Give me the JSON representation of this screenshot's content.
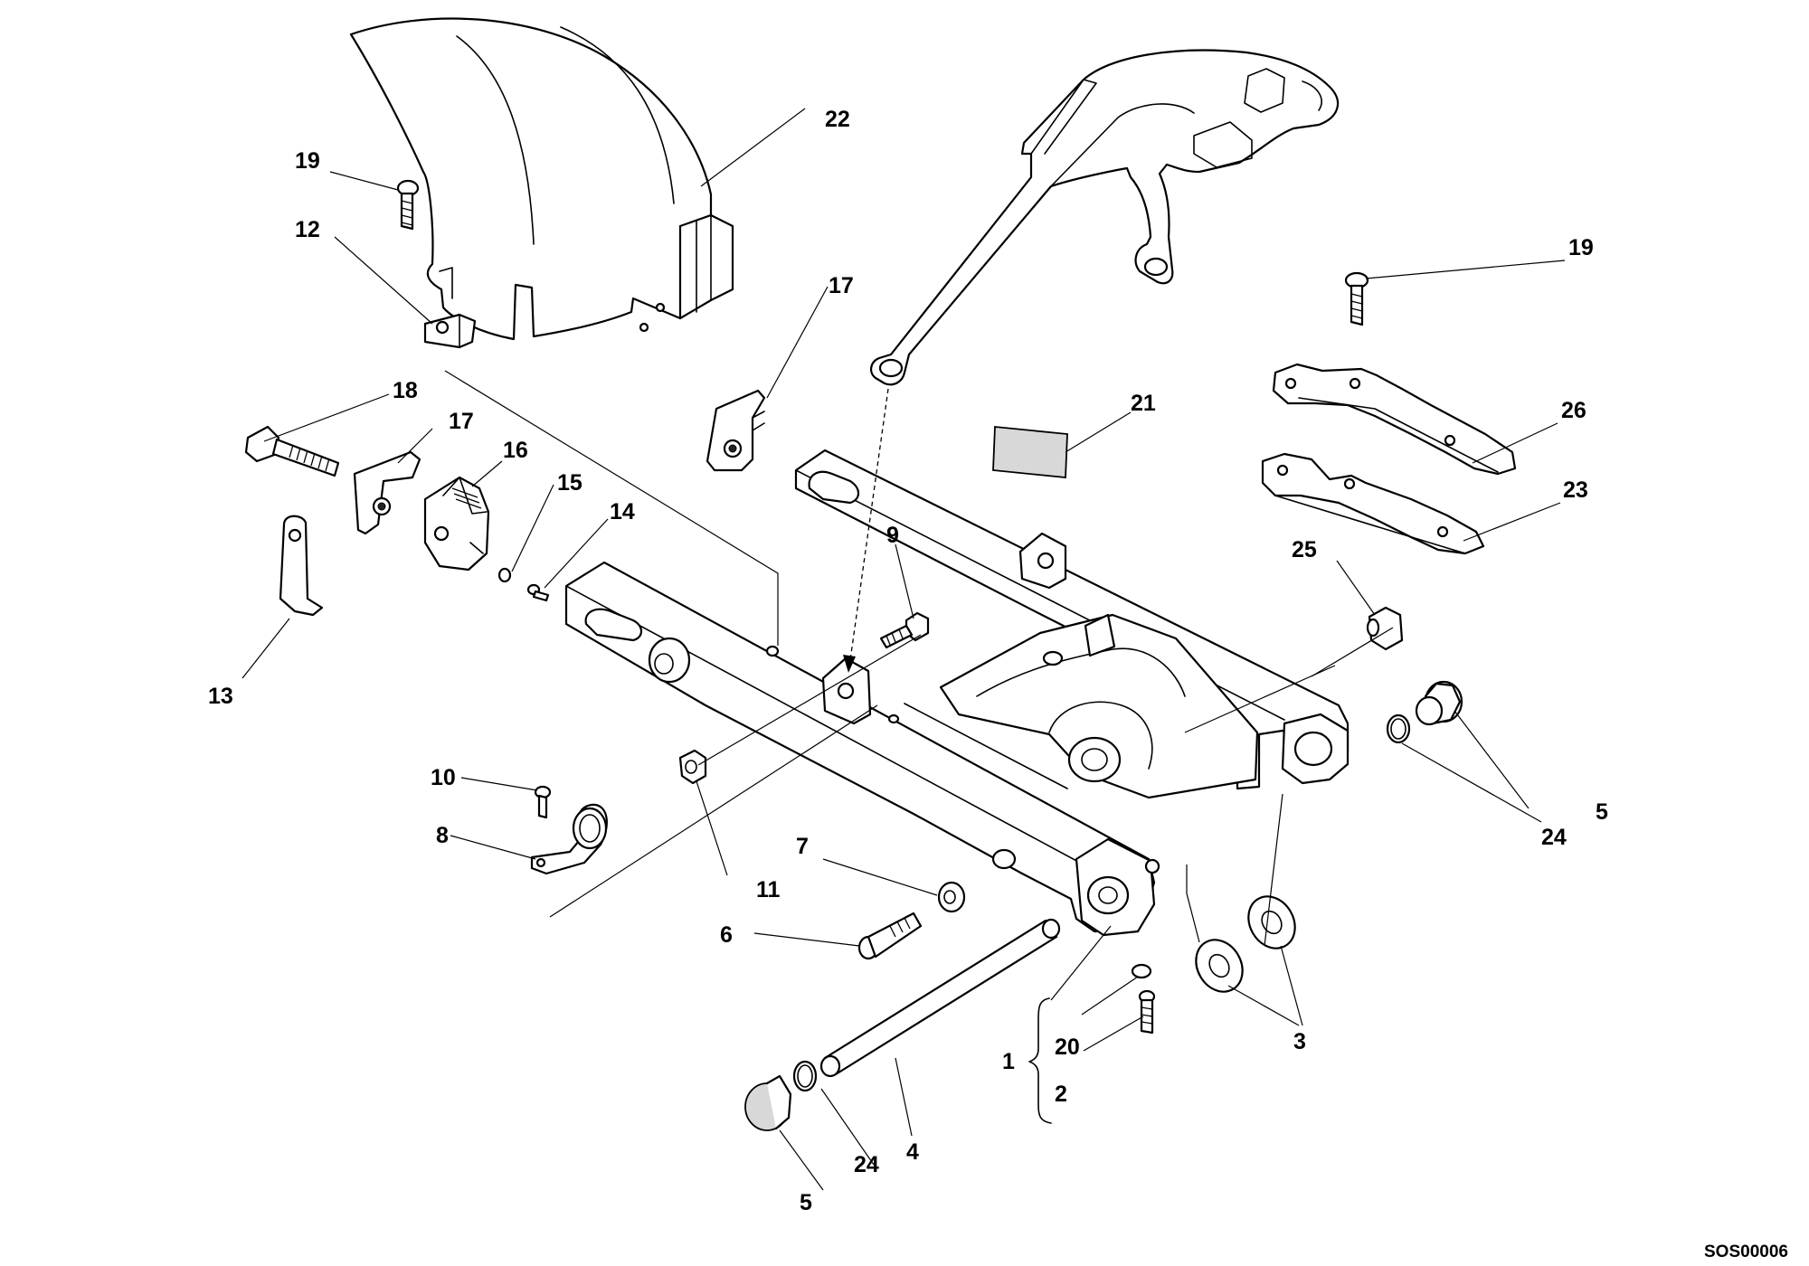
{
  "diagram": {
    "drawing_code": "SOS00006",
    "callouts": {
      "c1": "1",
      "c2": "2",
      "c3": "3",
      "c4": "4",
      "c5a": "5",
      "c5b": "5",
      "c6": "6",
      "c7": "7",
      "c8": "8",
      "c9": "9",
      "c10": "10",
      "c11": "11",
      "c12": "12",
      "c13": "13",
      "c14": "14",
      "c15": "15",
      "c16": "16",
      "c17a": "17",
      "c17b": "17",
      "c18": "18",
      "c19a": "19",
      "c19b": "19",
      "c20": "20",
      "c21": "21",
      "c22": "22",
      "c23": "23",
      "c24a": "24",
      "c24b": "24",
      "c25": "25",
      "c26": "26"
    }
  }
}
